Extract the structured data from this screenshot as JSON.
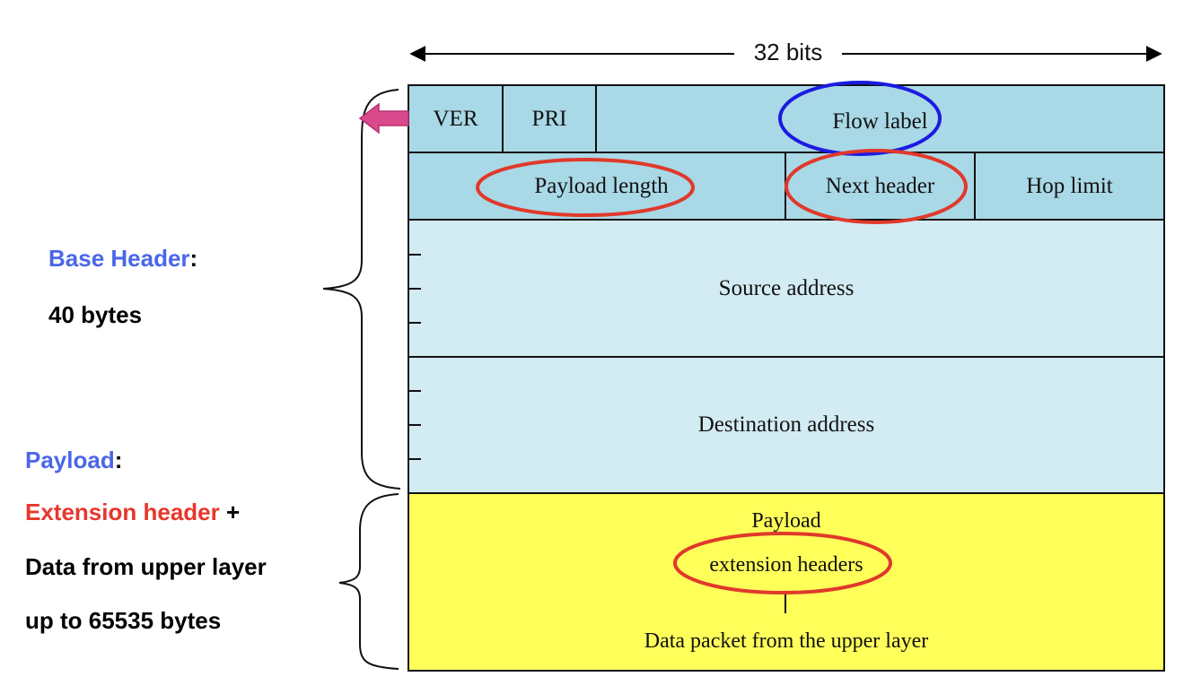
{
  "width_label": "32 bits",
  "fields": {
    "ver": "VER",
    "pri": "PRI",
    "flow_label": "Flow label",
    "payload_length": "Payload length",
    "next_header": "Next header",
    "hop_limit": "Hop limit",
    "source_address": "Source address",
    "destination_address": "Destination address",
    "payload_line1": "Payload",
    "payload_line2": "extension headers",
    "payload_line3": "Data packet from the upper layer"
  },
  "annotations": {
    "base_header_title": "Base Header",
    "base_header_colon": ":",
    "base_header_size": "40 bytes",
    "payload_title": "Payload",
    "payload_colon": ":",
    "extension_header": "Extension header",
    "plus": " +",
    "data_upper": "Data from upper layer",
    "payload_size": "up to 65535 bytes"
  },
  "colors": {
    "header_dark": "#a9d8e6",
    "header_light": "#d3ebf3",
    "payload_fill": "#ffff5a",
    "highlight_blue": "#1b1be0",
    "highlight_red": "#e0392b",
    "arrow_pink": "#d84a8c"
  }
}
